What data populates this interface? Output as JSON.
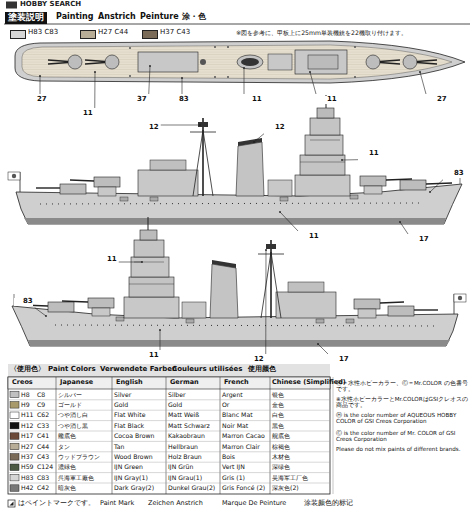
{
  "diagram": {
    "title": "塗装説明",
    "labels": [
      "HOBBY SEARCH",
      "Painting",
      "Anstrich",
      "Peinture",
      "涂・色",
      "※図を参考に、甲板上に25mm単装機銃を22機取り付けます。",
      "27",
      "11",
      "37",
      "83",
      "11",
      "11",
      "27",
      "12",
      "12",
      "11",
      "83",
      "11",
      "17",
      "83",
      "11",
      "11",
      "12",
      "17",
      "〈使用色〉",
      "Paint Colors",
      "Verwendete Farben",
      "Couleurs utilisées",
      "使用颜色",
      "Creos",
      "Japanese",
      "English",
      "German",
      "French",
      "Chinese (Simplified)",
      "H8",
      "C8",
      "シルバー",
      "Silver",
      "Silber",
      "Argent",
      "银色",
      "H9",
      "C9",
      "ゴールド",
      "Gold",
      "Gold",
      "Or",
      "金色",
      "H11",
      "C62",
      "つや消し白",
      "Flat White",
      "Matt Weiß",
      "Blanc Mat",
      "白色",
      "H12",
      "C33",
      "つや消し黒",
      "Flat Black",
      "Matt Schwarz",
      "Noir Mat",
      "黑色",
      "H17",
      "C41",
      "艦底色",
      "Cocoa Brown",
      "Kakaobraun",
      "Marron Cacao",
      "舰底色",
      "H27",
      "C44",
      "タン",
      "Tan",
      "Hellbraun",
      "Marron Clair",
      "棕褐色",
      "H37",
      "C43",
      "ウッドブラウン",
      "Wood Brown",
      "Holz Braun",
      "Bois",
      "木材色",
      "H59",
      "C124",
      "濃緑色",
      "IJN Green",
      "IJN Grün",
      "Vert IJN",
      "深绿色",
      "H83",
      "C83",
      "呉海軍工廠色",
      "IJN Gray(1)",
      "IJN Grau(1)",
      "Gris (1)",
      "吴海军工厂色",
      "H42",
      "C42",
      "暗灰色",
      "Dark Gray(2)",
      "Dunkel Grau(2)",
      "Gris Foncé (2)",
      "深灰色(2)",
      "Ⓗ＝水性ホビーカラー、Ⓒ＝Mr.COLOR の色番号です。",
      "※水性ホビーカラーとMr.COLORはGSIクレオスの商品です。",
      "Ⓗ is the color number of AQUEOUS HOBBY COLOR of GSI Creos Corporation",
      "Ⓒ is the color number of Mr. COLOR of GSI Creos Corporation",
      "Please do not mix paints of different brands.",
      "はペイントマークです。",
      "Paint Mark",
      "Zeichen Anstrich",
      "Marque De Peinture",
      "涂装颜色的标记"
    ],
    "legend": [
      {
        "text": "H83 C83",
        "color": "#d6d6d6"
      },
      {
        "text": "H27 C44",
        "color": "#b8ad97"
      },
      {
        "text": "H37 C43",
        "color": "#7a6a58"
      }
    ]
  }
}
